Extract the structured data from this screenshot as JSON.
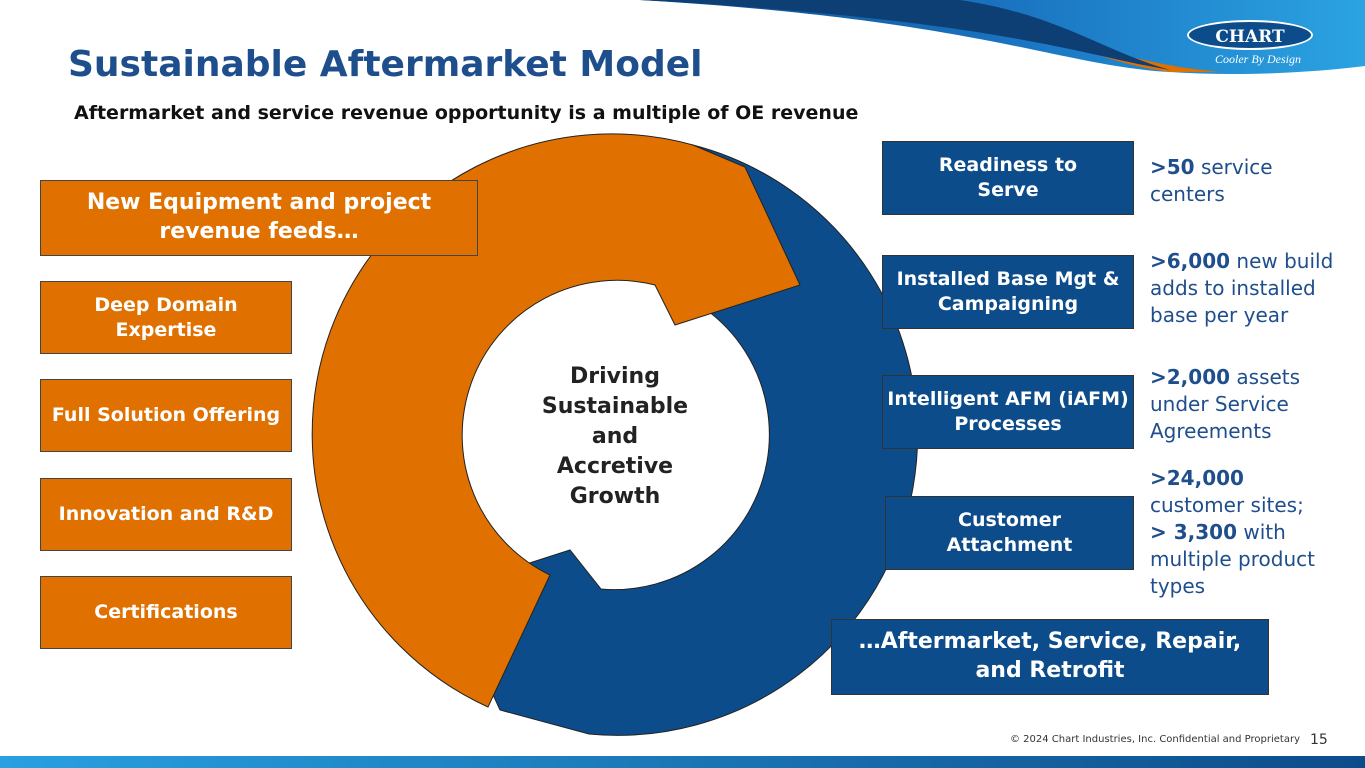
{
  "header": {
    "title": "Sustainable Aftermarket Model",
    "subtitle": "Aftermarket and service revenue opportunity is a multiple of OE revenue",
    "logo_text": "CHART",
    "logo_tagline": "Cooler By Design"
  },
  "left": {
    "feed": "New Equipment and project revenue feeds…",
    "items": [
      "Deep Domain Expertise",
      "Full Solution Offering",
      "Innovation and R&D",
      "Certifications"
    ]
  },
  "center": {
    "text": "Driving Sustainable and Accretive Growth"
  },
  "right": {
    "boxes": [
      "Readiness to Serve",
      "Installed Base Mgt & Campaigning",
      "Intelligent AFM (iAFM) Processes",
      "Customer Attachment"
    ],
    "stats": [
      {
        "num": ">50",
        "text": " service centers"
      },
      {
        "num": ">6,000",
        "text": " new build adds to installed base per year"
      },
      {
        "num": ">2,000",
        "text": " assets under Service Agreements"
      },
      {
        "num": ">24,000",
        "text": " customer sites;",
        "num2": "> 3,300",
        "text2": " with multiple product types"
      }
    ],
    "aftermarket": "…Aftermarket, Service, Repair, and Retrofit"
  },
  "footer": {
    "copyright": "© 2024 Chart Industries, Inc. Confidential and Proprietary",
    "page": "15"
  },
  "colors": {
    "orange": "#e07000",
    "blue": "#0d4c8b",
    "title": "#1f4e8c"
  }
}
